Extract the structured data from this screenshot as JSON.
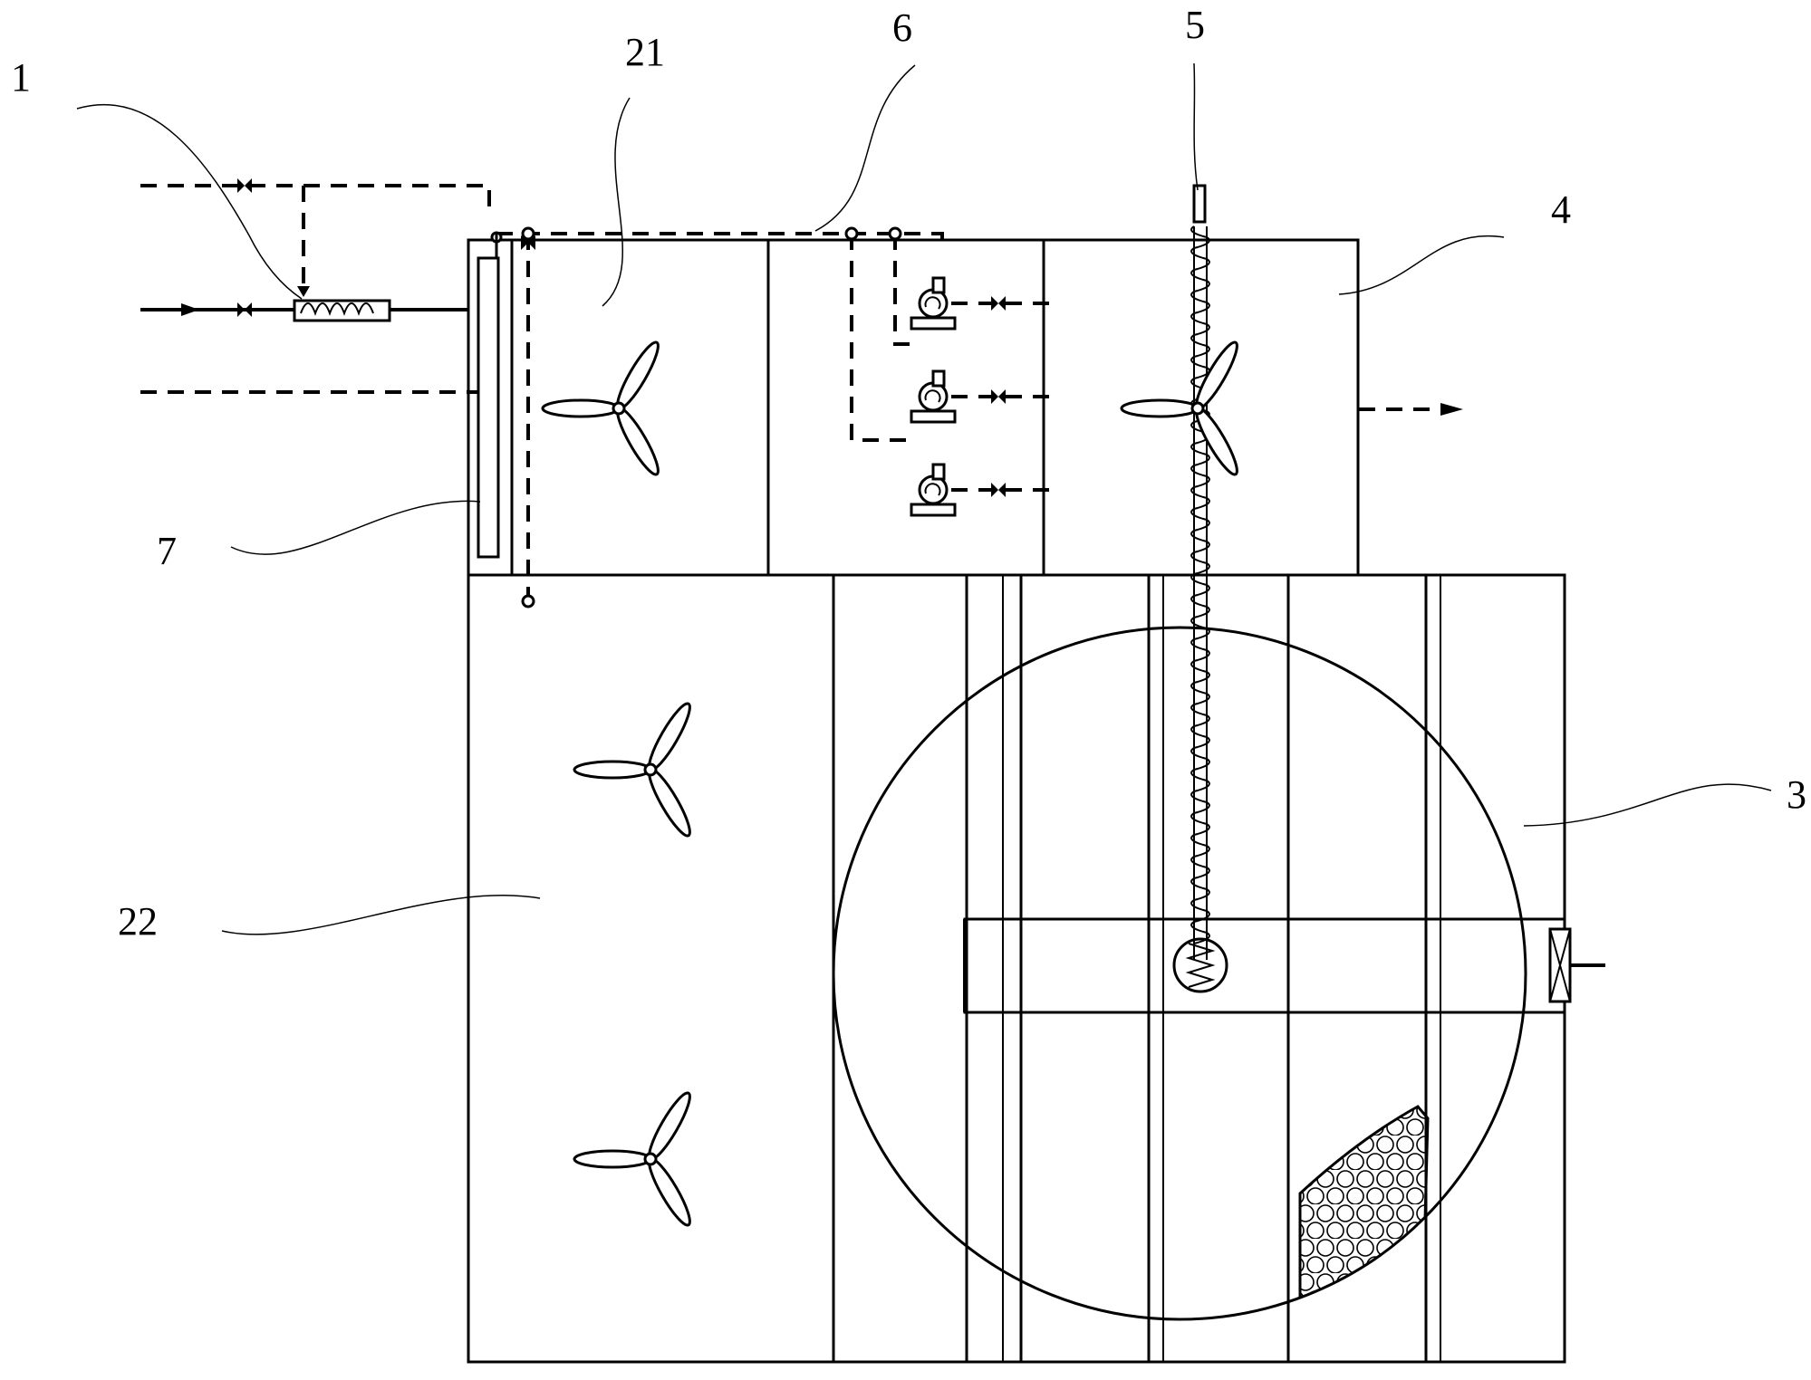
{
  "labels": {
    "l1": "1",
    "l21": "21",
    "l6": "6",
    "l5": "5",
    "l4": "4",
    "l7": "7",
    "l22": "22",
    "l3": "3"
  },
  "colors": {
    "line": "#000000",
    "background": "#ffffff"
  }
}
